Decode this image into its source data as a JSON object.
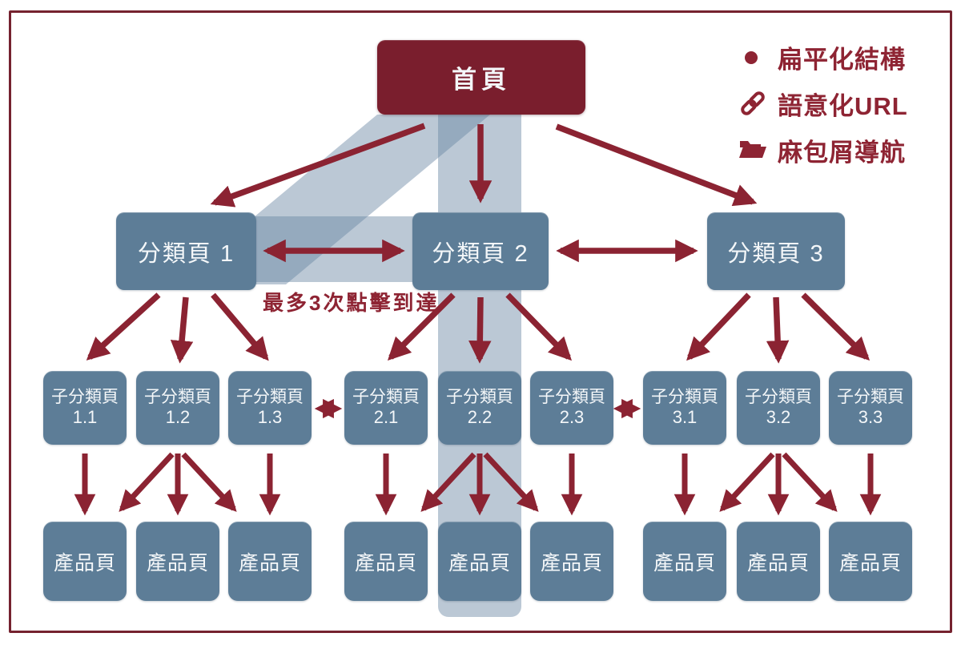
{
  "diagram": {
    "home": {
      "label": "首頁"
    },
    "categories": [
      {
        "label": "分類頁 1"
      },
      {
        "label": "分類頁 2"
      },
      {
        "label": "分類頁 3"
      }
    ],
    "subcategories": [
      {
        "line1": "子分類頁",
        "line2": "1.1"
      },
      {
        "line1": "子分類頁",
        "line2": "1.2"
      },
      {
        "line1": "子分類頁",
        "line2": "1.3"
      },
      {
        "line1": "子分類頁",
        "line2": "2.1"
      },
      {
        "line1": "子分類頁",
        "line2": "2.2"
      },
      {
        "line1": "子分類頁",
        "line2": "2.3"
      },
      {
        "line1": "子分類頁",
        "line2": "3.1"
      },
      {
        "line1": "子分類頁",
        "line2": "3.2"
      },
      {
        "line1": "子分類頁",
        "line2": "3.3"
      }
    ],
    "products": [
      {
        "label": "產品頁"
      },
      {
        "label": "產品頁"
      },
      {
        "label": "產品頁"
      },
      {
        "label": "產品頁"
      },
      {
        "label": "產品頁"
      },
      {
        "label": "產品頁"
      },
      {
        "label": "產品頁"
      },
      {
        "label": "產品頁"
      },
      {
        "label": "產品頁"
      }
    ],
    "annotation": "最多3次點擊到達"
  },
  "legend": {
    "items": [
      {
        "icon": "bullet-icon",
        "label": "扁平化結構"
      },
      {
        "icon": "link-icon",
        "label": "語意化URL"
      },
      {
        "icon": "folder-icon",
        "label": "麻包屑導航"
      }
    ]
  },
  "colors": {
    "maroon_box": "#7a1e2d",
    "arrow": "#8b2332",
    "legend_text": "#8e2433",
    "node_blue": "#5d7d97",
    "band_blue": "#6885a1",
    "frame_border": "#75222f",
    "background": "#ffffff"
  }
}
